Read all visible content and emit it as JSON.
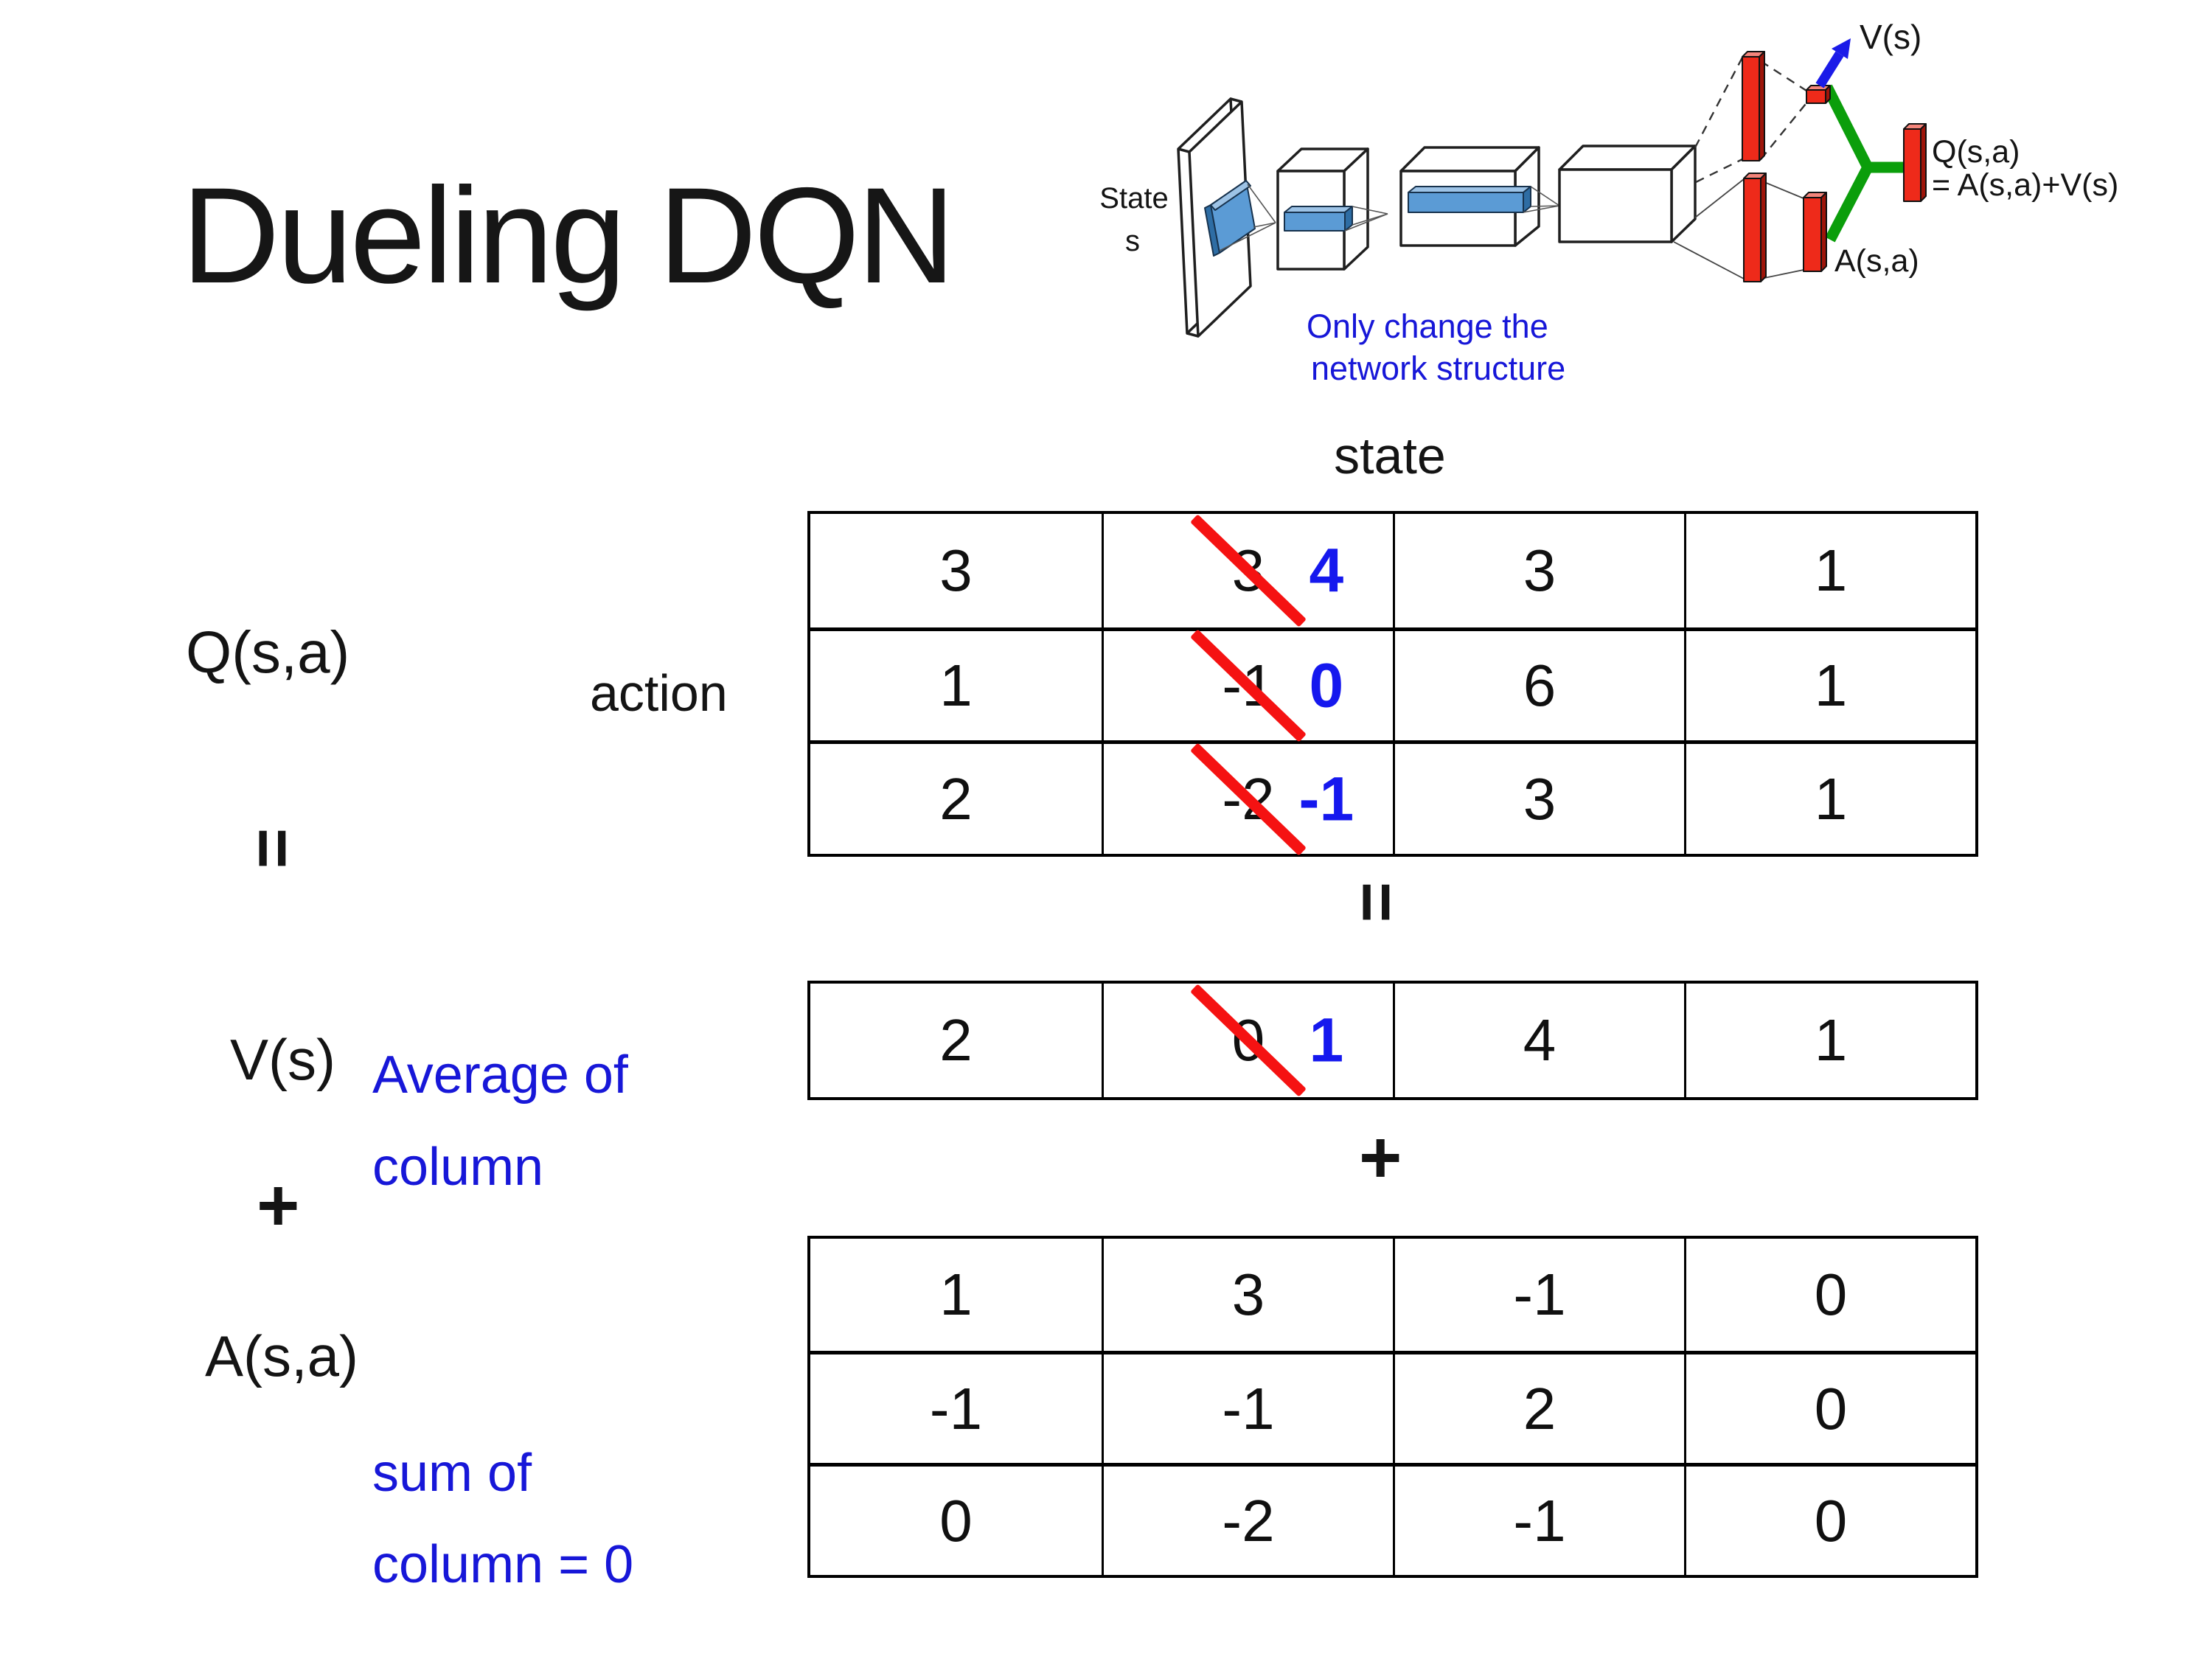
{
  "title": "Dueling DQN",
  "colors": {
    "ink": "#141414",
    "note-blue": "#1717d8",
    "replaced-blue": "#1518ee",
    "strike-red": "#f51212",
    "bar-red": "#ee2a1a",
    "bar-red-dark": "#9e150a",
    "bar-red-light": "#f4857b",
    "branch-green": "#0b9e0b",
    "arrow-blue": "#1b1be8",
    "filter-blue": "#5b9bd5",
    "filter-blue-dark": "#2e6da4",
    "filter-blue-light": "#9dc3e6"
  },
  "network": {
    "input_label_line1": "State",
    "input_label_line2": "s",
    "note_line1": "Only change the",
    "note_line2": "network structure",
    "value_head_label": "V(s)",
    "advantage_head_label": "A(s,a)",
    "output_label_line1": "Q(s,a)",
    "output_label_line2": "= A(s,a)+V(s)"
  },
  "equation": {
    "q_label": "Q(s,a)",
    "equals_left": "=",
    "v_label": "V(s)",
    "plus_left": "+",
    "a_label": "A(s,a)",
    "equals_center": "=",
    "plus_center": "+",
    "state_axis": "state",
    "action_axis": "action",
    "avg_note_line1": "Average of",
    "avg_note_line2": "column",
    "sum_note_line1": "sum of",
    "sum_note_line2": "column = 0"
  },
  "tables": {
    "q": {
      "rows": [
        [
          {
            "v": "3"
          },
          {
            "v": "3",
            "r": "4"
          },
          {
            "v": "3"
          },
          {
            "v": "1"
          }
        ],
        [
          {
            "v": "1"
          },
          {
            "v": "-1",
            "r": "0"
          },
          {
            "v": "6"
          },
          {
            "v": "1"
          }
        ],
        [
          {
            "v": "2"
          },
          {
            "v": "-2",
            "r": "-1"
          },
          {
            "v": "3"
          },
          {
            "v": "1"
          }
        ]
      ]
    },
    "v": {
      "rows": [
        [
          {
            "v": "2"
          },
          {
            "v": "0",
            "r": "1"
          },
          {
            "v": "4"
          },
          {
            "v": "1"
          }
        ]
      ]
    },
    "a": {
      "rows": [
        [
          {
            "v": "1"
          },
          {
            "v": "3"
          },
          {
            "v": "-1"
          },
          {
            "v": "0"
          }
        ],
        [
          {
            "v": "-1"
          },
          {
            "v": "-1"
          },
          {
            "v": "2"
          },
          {
            "v": "0"
          }
        ],
        [
          {
            "v": "0"
          },
          {
            "v": "-2"
          },
          {
            "v": "-1"
          },
          {
            "v": "0"
          }
        ]
      ]
    }
  }
}
